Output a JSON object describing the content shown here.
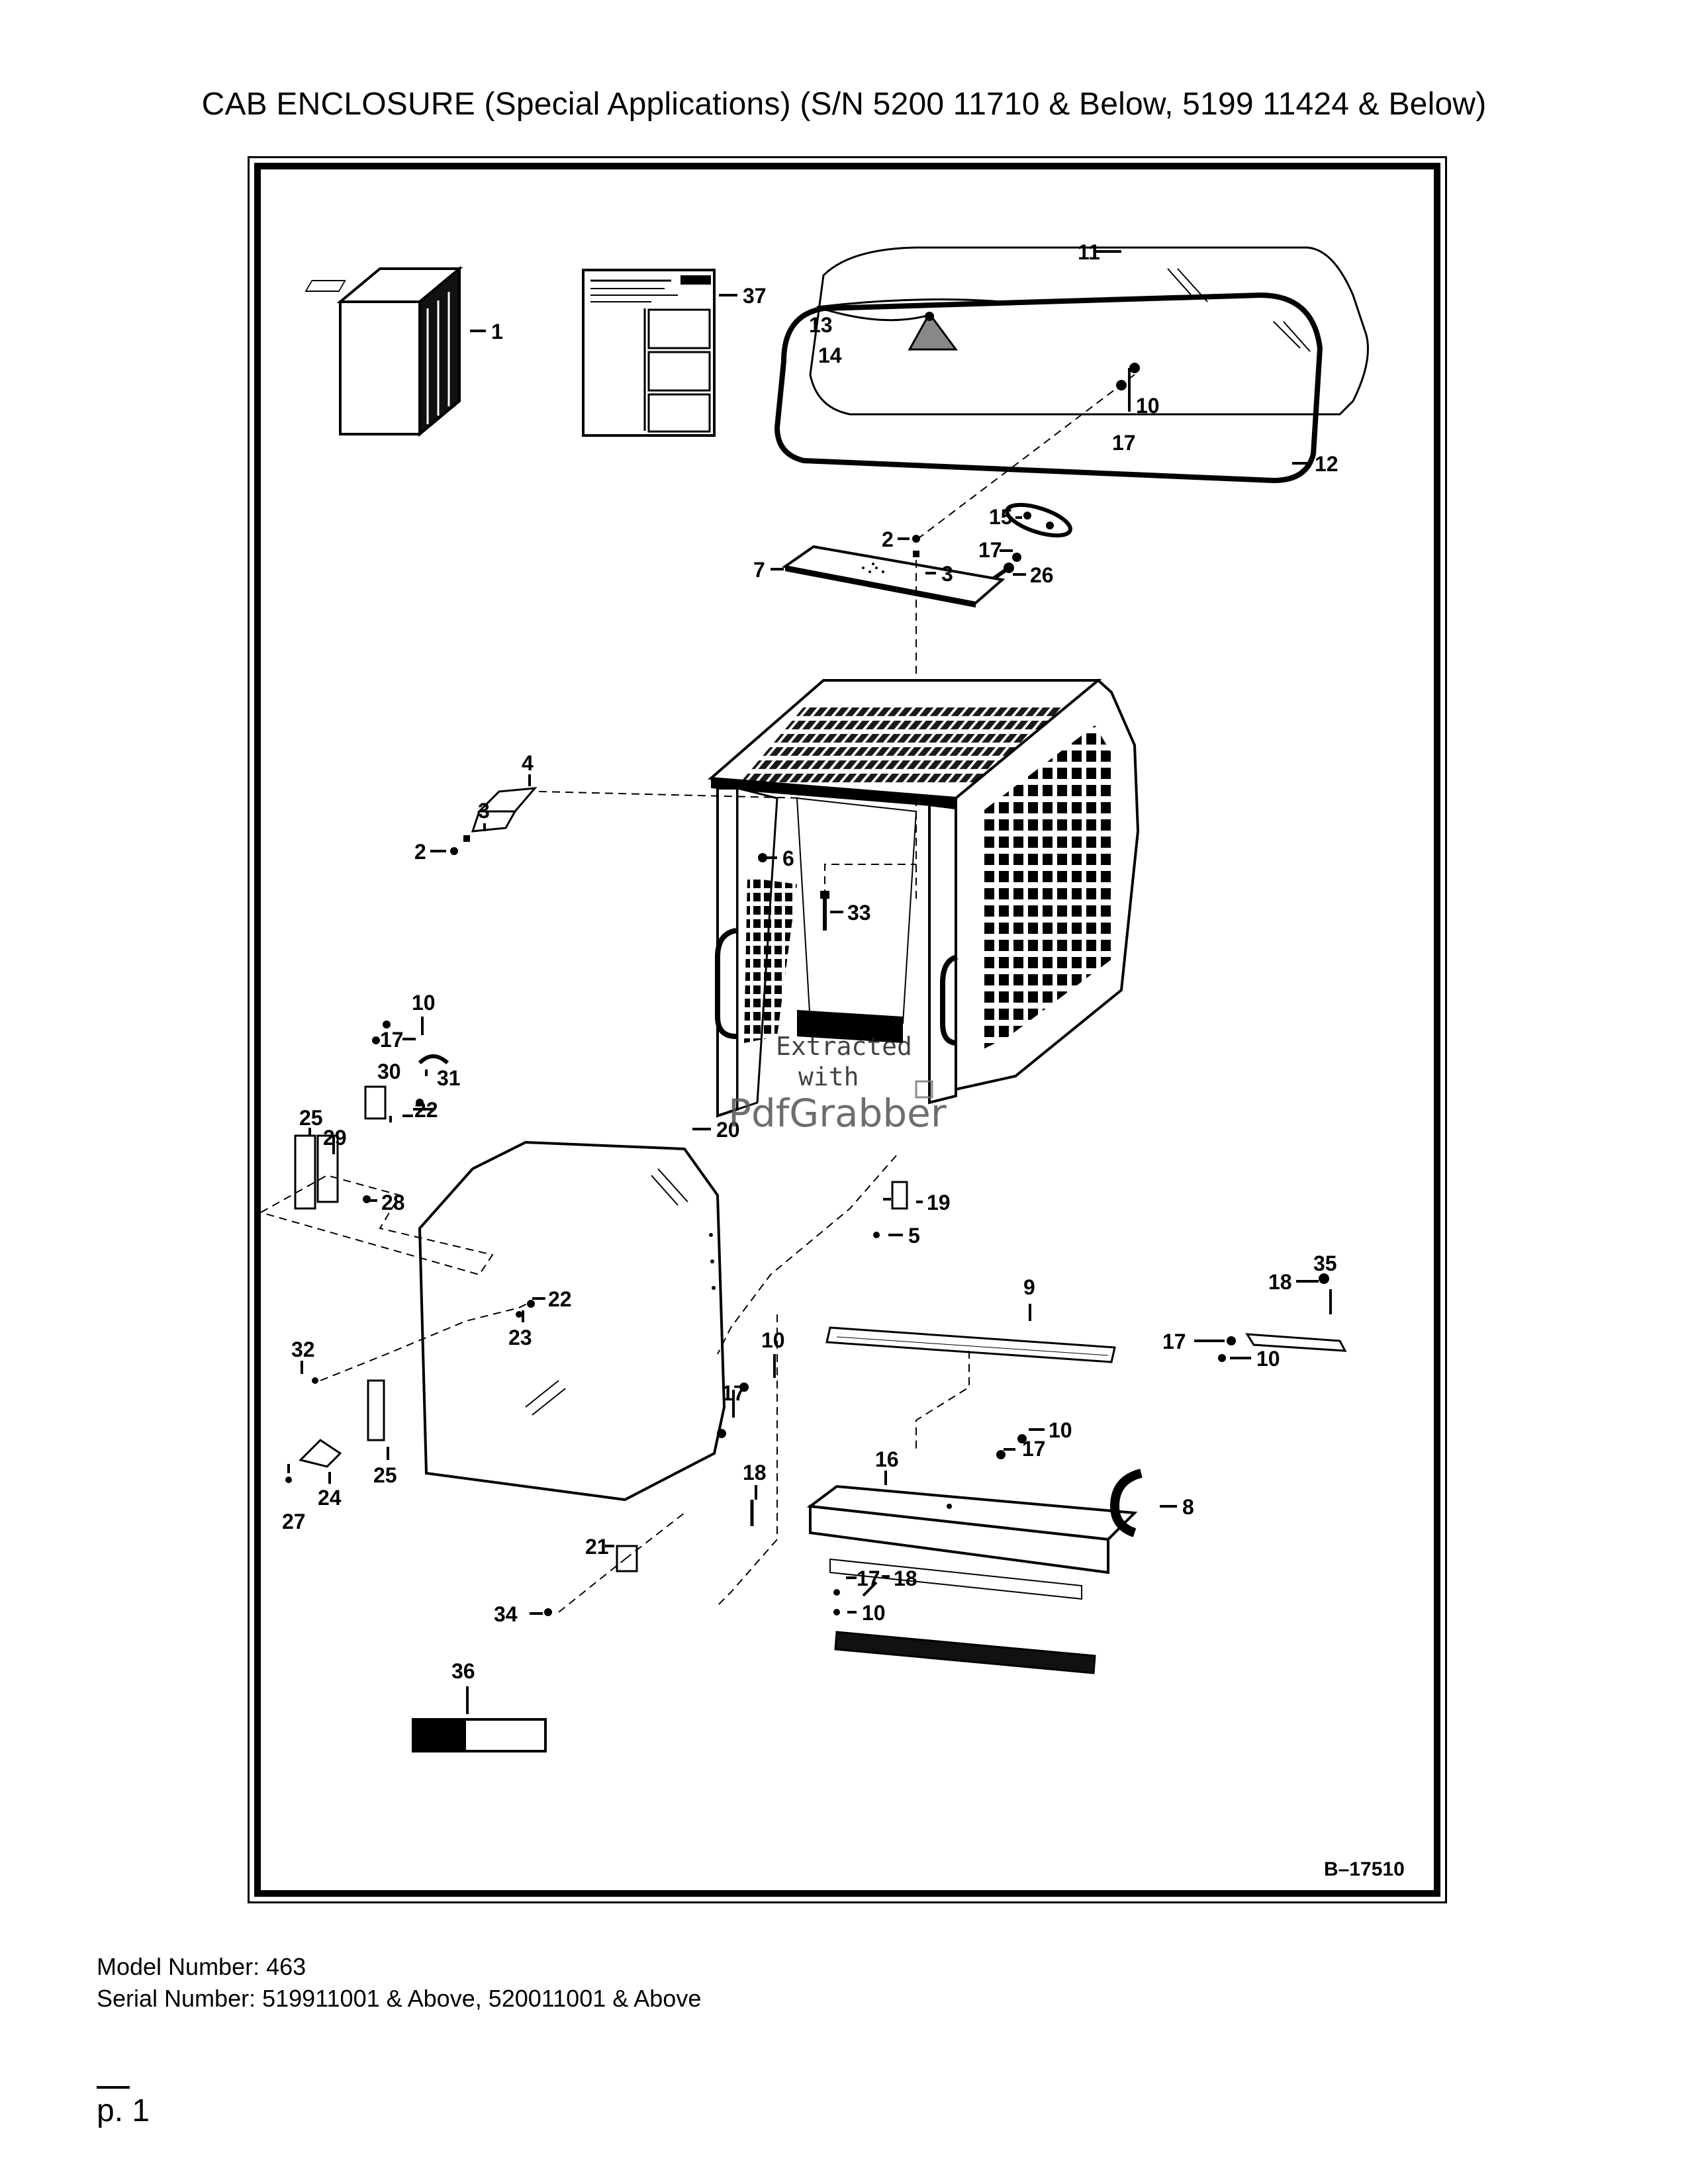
{
  "document": {
    "title": "CAB ENCLOSURE (Special Applications) (S/N 5200 11710 & Below, 5199 11424 & Below)",
    "figure_number": "B–17510",
    "model_number": "Model Number: 463",
    "serial_number": "Serial Number: 519911001 & Above, 520011001 & Above",
    "page_label": "p. 1"
  },
  "watermark": {
    "line1": "Extracted",
    "line2": "with",
    "brand": "PdfGrabber"
  },
  "callouts": [
    "1",
    "2",
    "2",
    "3",
    "3",
    "4",
    "5",
    "6",
    "7",
    "8",
    "9",
    "10",
    "10",
    "10",
    "10",
    "10",
    "10",
    "11",
    "12",
    "13",
    "14",
    "15",
    "16",
    "17",
    "17",
    "17",
    "17",
    "17",
    "17",
    "17",
    "18",
    "18",
    "18",
    "19",
    "20",
    "21",
    "22",
    "22",
    "23",
    "24",
    "25",
    "25",
    "26",
    "27",
    "28",
    "29",
    "30",
    "31",
    "32",
    "33",
    "34",
    "35",
    "36",
    "37"
  ]
}
